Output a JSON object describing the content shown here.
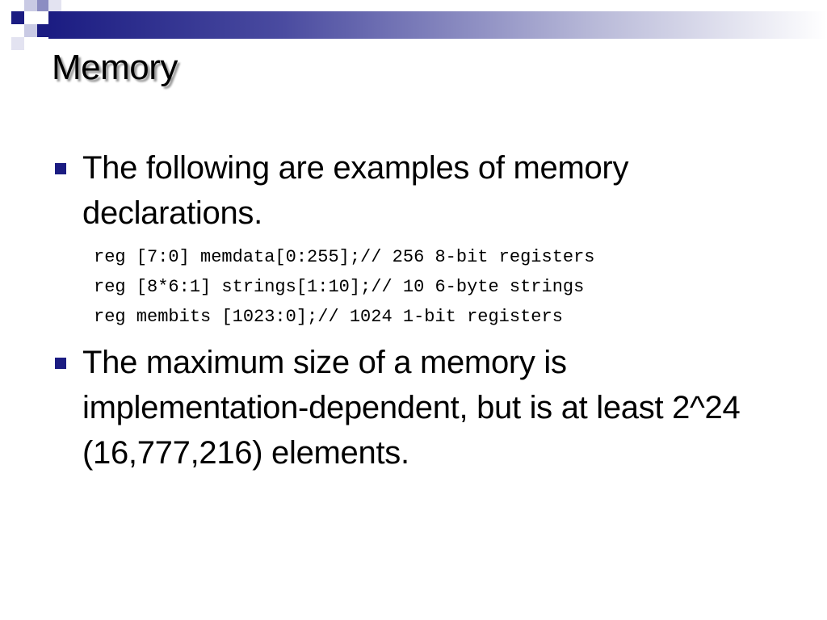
{
  "slide": {
    "title": "Memory",
    "bullets": [
      {
        "text": "The following are examples of memory declarations.",
        "code_lines": [
          "reg [7:0] memdata[0:255];// 256 8-bit registers",
          "reg [8*6:1] strings[1:10];// 10 6-byte strings",
          "reg membits [1023:0];// 1024 1-bit registers"
        ]
      },
      {
        "text": "The maximum size of a memory is implementation-dependent, but is at least 2^24 (16,777,216) elements."
      }
    ]
  },
  "colors": {
    "accent": "#1b1c82",
    "background": "#ffffff",
    "text": "#000000"
  },
  "icons": {
    "bullet": "square-bullet-icon"
  }
}
